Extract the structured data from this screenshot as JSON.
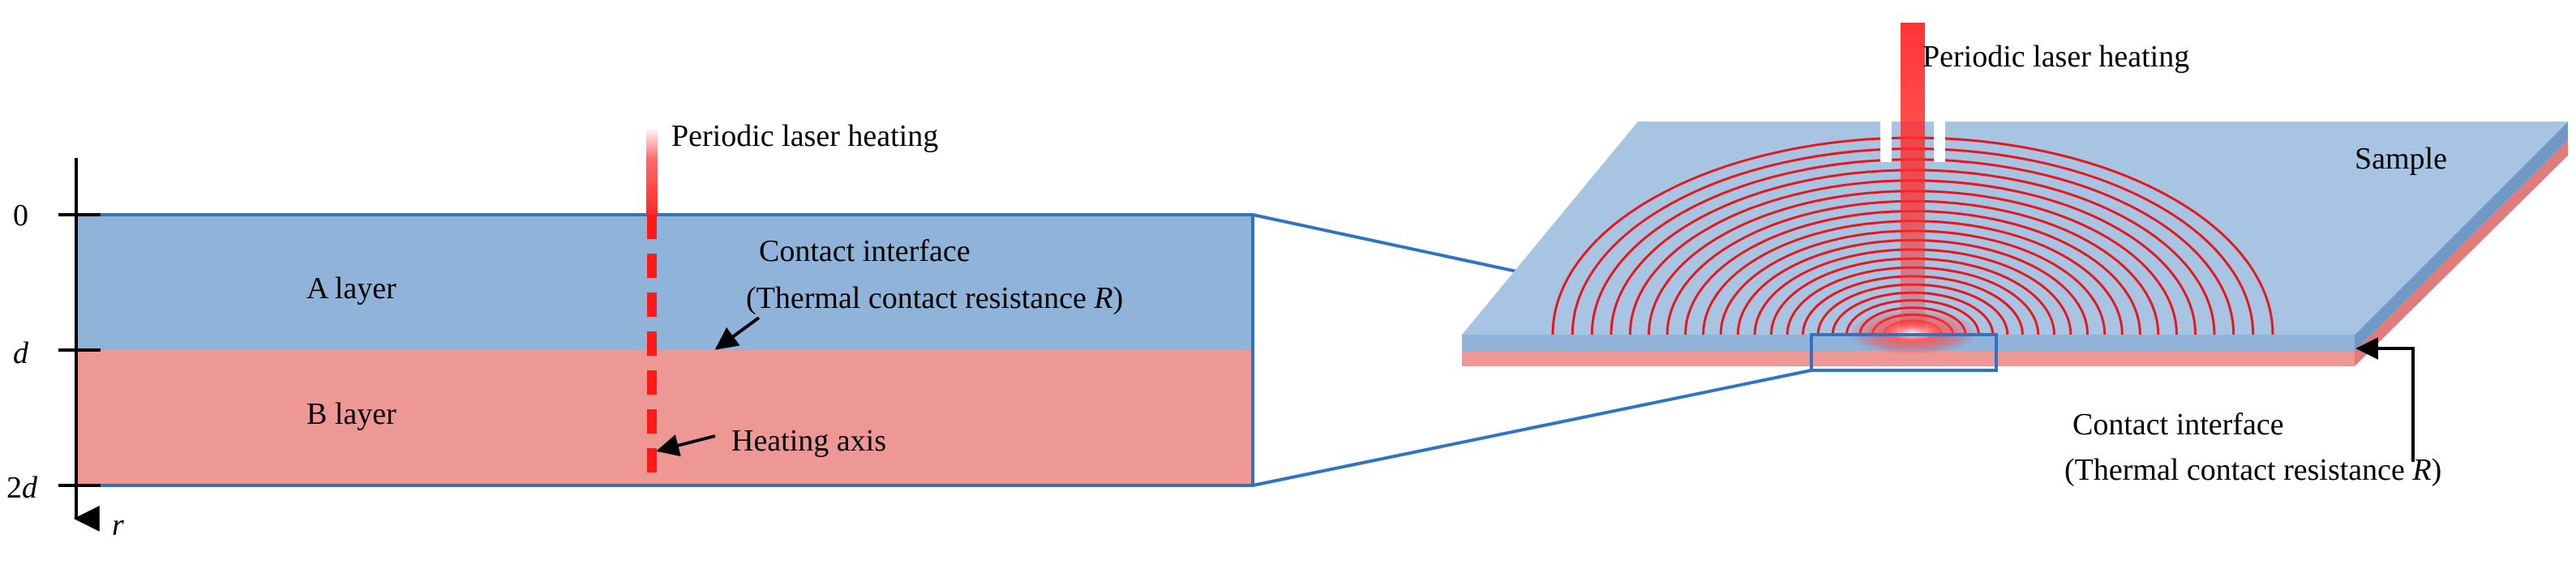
{
  "left_panel": {
    "laser_label": "Periodic laser heating",
    "layer_a_label": "A layer",
    "layer_b_label": "B layer",
    "interface_label_line1": "Contact interface",
    "interface_label_line2": "(Thermal contact resistance ",
    "interface_label_symbol": "R",
    "interface_label_close": ")",
    "heating_axis_label": "Heating axis",
    "axis": {
      "tick_0": "0",
      "tick_d": "d",
      "tick_2": "2",
      "tick_2d_symbol": "d",
      "r_label": "r"
    }
  },
  "right_panel": {
    "laser_label": "Periodic laser heating",
    "sample_label": "Sample",
    "interface_label_line1": "Contact interface",
    "interface_label_line2": "(Thermal contact resistance ",
    "interface_label_symbol": "R",
    "interface_label_close": ")"
  },
  "colors": {
    "layer_a": "#8fb3d9",
    "layer_b": "#ee9895",
    "outline_blue": "#2f74c0",
    "laser_red": "#ff2a2a",
    "ring_red": "#e8151b",
    "sample_top": "#a7c5e2"
  }
}
